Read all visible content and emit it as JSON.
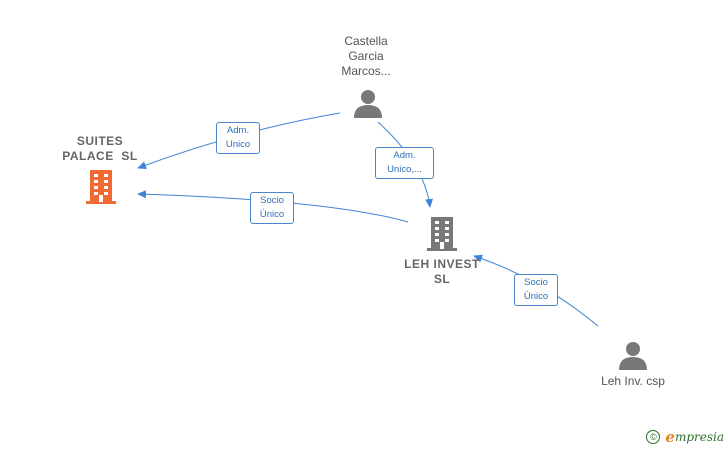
{
  "colors": {
    "edge": "#3f84d4",
    "company_main": "#f06a35",
    "company": "#787878",
    "person": "#787878"
  },
  "nodes": {
    "castella": {
      "label_lines": [
        "Castella",
        "Garcia",
        "Marcos..."
      ],
      "icon": "person-icon"
    },
    "suites_palace": {
      "label_lines": [
        "SUITES",
        "PALACE  SL"
      ],
      "icon": "building-icon"
    },
    "leh_invest": {
      "label_lines": [
        "LEH INVEST",
        "SL"
      ],
      "icon": "building-icon"
    },
    "leh_inv_csp": {
      "label_lines": [
        "Leh Inv. csp"
      ],
      "icon": "person-icon"
    }
  },
  "edges": {
    "castella_to_suites": {
      "lines": [
        "Adm.",
        "Unico"
      ]
    },
    "castella_to_leh": {
      "lines": [
        "Adm.",
        "Unico,..."
      ]
    },
    "leh_to_suites": {
      "lines": [
        "Socio",
        "Único"
      ]
    },
    "csp_to_leh": {
      "lines": [
        "Socio",
        "Único"
      ]
    }
  },
  "footer": {
    "copyright_symbol": "©",
    "brand_initial": "e",
    "brand_rest": "mpresia"
  }
}
